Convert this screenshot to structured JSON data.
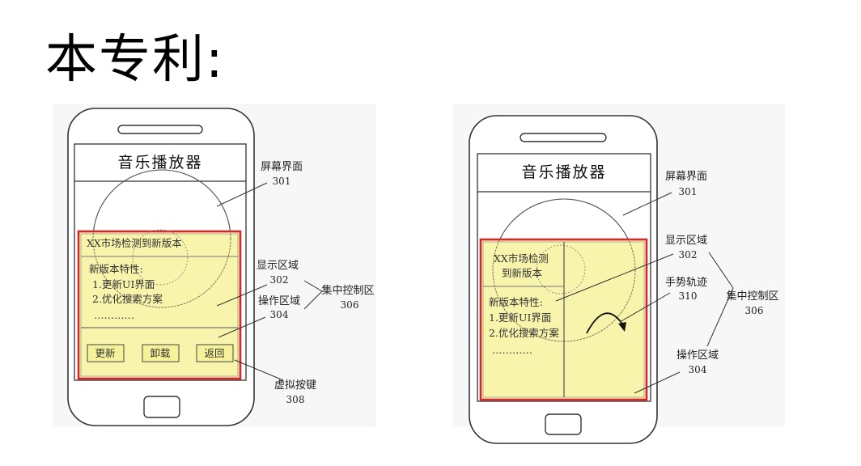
{
  "slide_title": "本专利:",
  "figure_left": {
    "header": "音乐播放器",
    "display_title": "XX市场检测到新版本",
    "features_label": "新版本特性:",
    "feature_1": "1.更新UI界面",
    "feature_2": "2.优化搜索方案",
    "ellipsis": "…………",
    "buttons": [
      "更新",
      "卸载",
      "返回"
    ],
    "callouts": {
      "screen": {
        "label": "屏幕界面",
        "num": "301"
      },
      "display": {
        "label": "显示区域",
        "num": "302"
      },
      "operation": {
        "label": "操作区域",
        "num": "304"
      },
      "central": {
        "label": "集中控制区",
        "num": "306"
      },
      "virtual_key": {
        "label": "虚拟按键",
        "num": "308"
      }
    }
  },
  "figure_right": {
    "header": "音乐播放器",
    "display_title_1": "XX市场检测",
    "display_title_2": "到新版本",
    "features_label": "新版本特性:",
    "feature_1": "1.更新UI界面",
    "feature_2": "2.优化搜索方案",
    "ellipsis": "…………",
    "callouts": {
      "screen": {
        "label": "屏幕界面",
        "num": "301"
      },
      "display": {
        "label": "显示区域",
        "num": "302"
      },
      "gesture": {
        "label": "手势轨迹",
        "num": "310"
      },
      "central": {
        "label": "集中控制区",
        "num": "306"
      },
      "operation": {
        "label": "操作区域",
        "num": "304"
      }
    }
  }
}
